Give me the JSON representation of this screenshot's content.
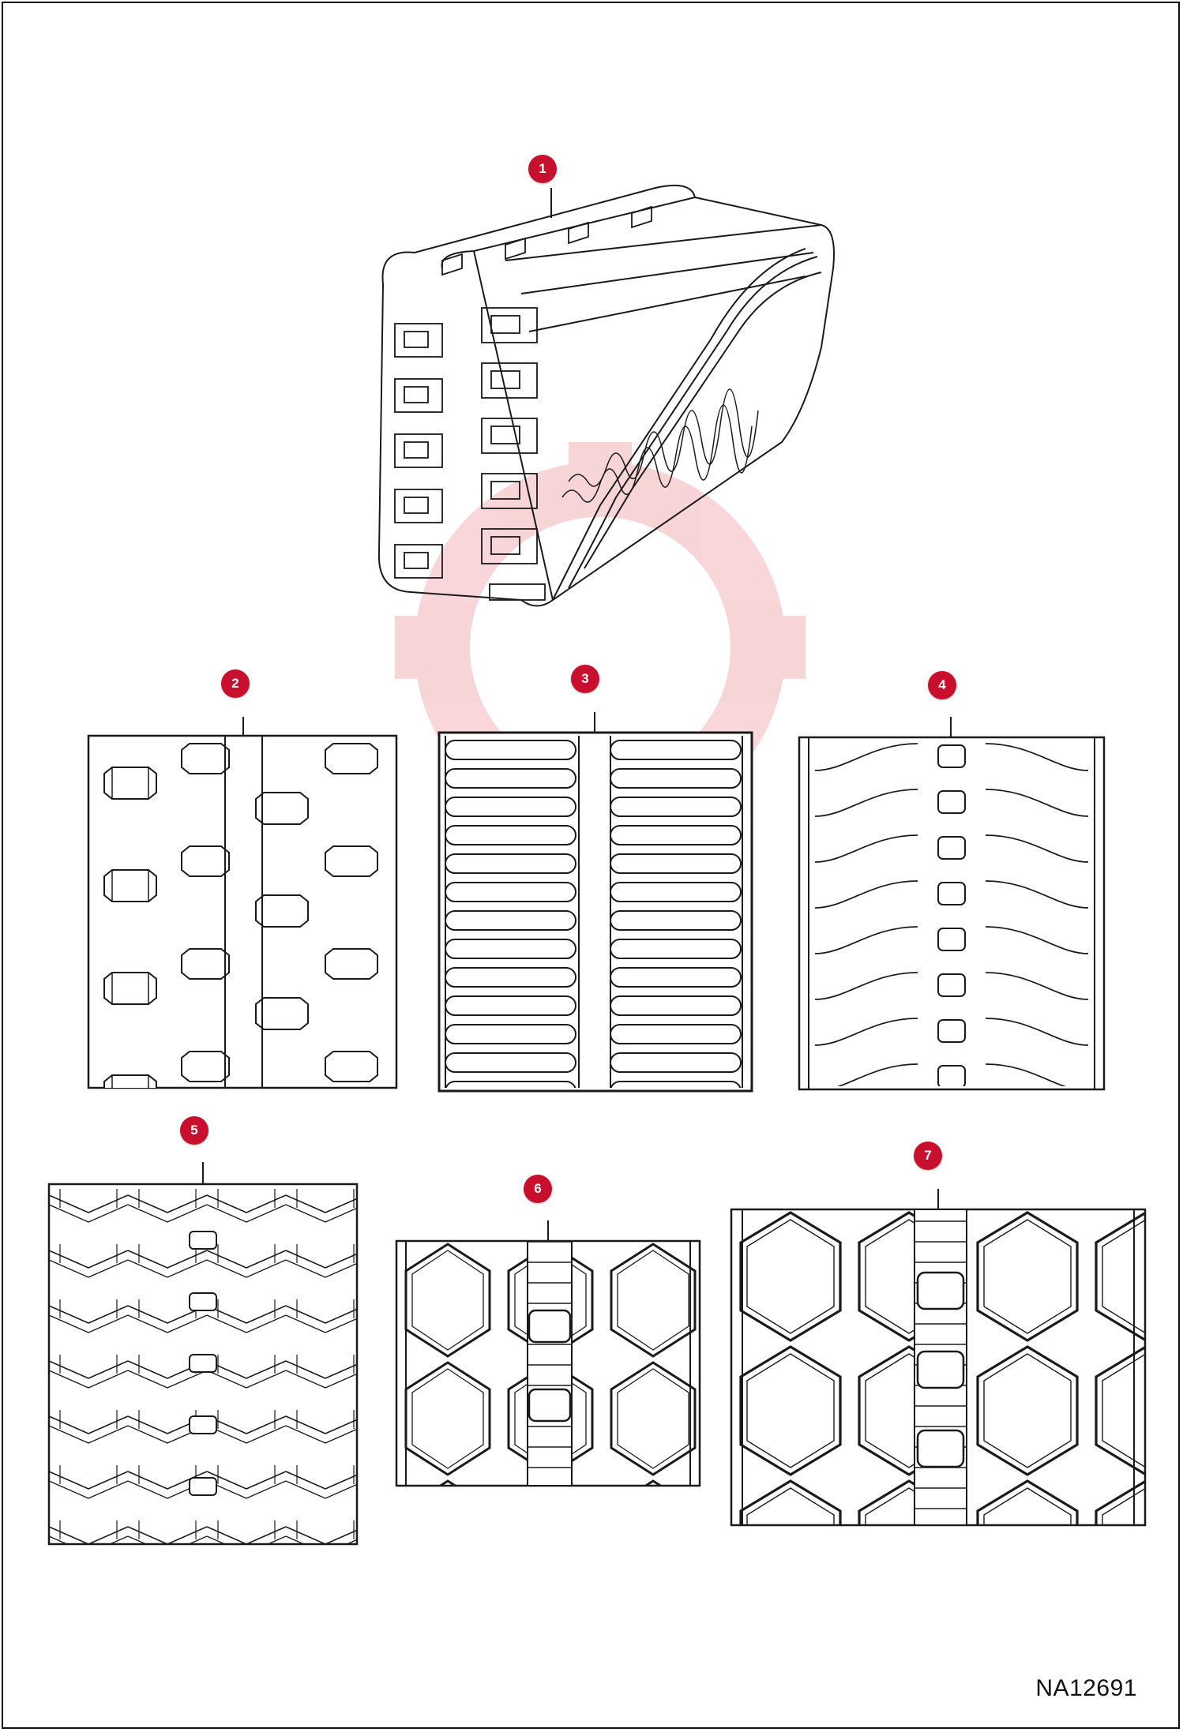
{
  "diagram": {
    "callout_color": "#c8102e",
    "line_color": "#1a1a1a",
    "callouts": [
      {
        "label": "1"
      },
      {
        "label": "2"
      },
      {
        "label": "3"
      },
      {
        "label": "4"
      },
      {
        "label": "5"
      },
      {
        "label": "6"
      },
      {
        "label": "7"
      }
    ],
    "reference_code": "NA12691"
  }
}
